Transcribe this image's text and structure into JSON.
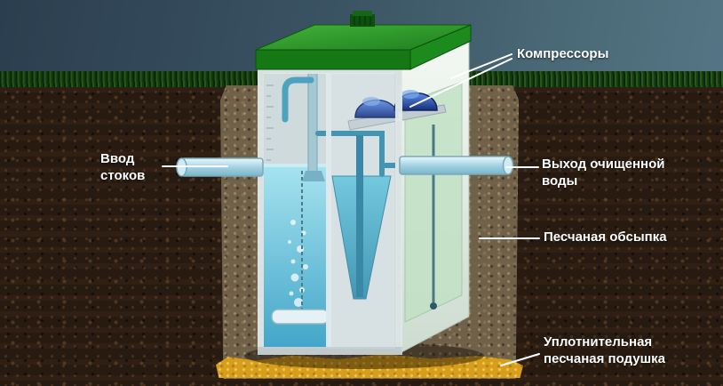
{
  "labels": {
    "compressors": "Компрессоры",
    "inlet": "Ввод\nстоков",
    "outlet": "Выход очищенной\nводы",
    "sand_backfill": "Песчаная обсыпка",
    "sand_cushion": "Уплотнительная\nпесчаная подушка"
  },
  "colors": {
    "label_text": "#ffffff",
    "lid_green": "#1d7f1d",
    "water_blue": "#2d9cc2",
    "pipe_light_blue": "#9ecfe0",
    "compressor_navy": "#16307c",
    "sand_cushion_yellow": "#d79e1b",
    "soil_brown": "#271a11",
    "sand_backfill_tan": "#6e6049",
    "sky_blue_gray": "#3a5363"
  }
}
